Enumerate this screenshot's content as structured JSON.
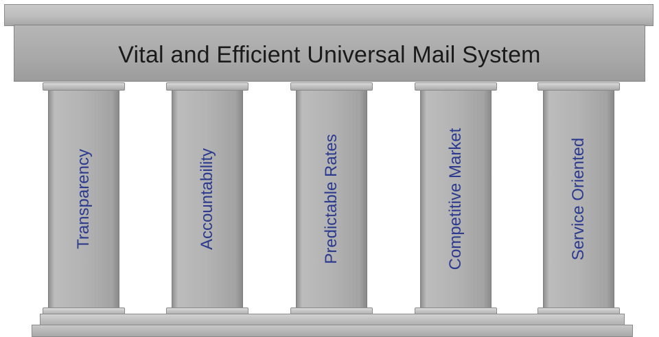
{
  "title": "Vital and Efficient Universal Mail System",
  "pillars": [
    {
      "label": "Transparency"
    },
    {
      "label": "Accountability"
    },
    {
      "label": "Predictable Rates"
    },
    {
      "label": "Competitive Market"
    },
    {
      "label": "Service Oriented"
    }
  ],
  "colors": {
    "label_text": "#2b3a8f",
    "title_text": "#1a1a1a",
    "stone": "#b3b3b3"
  }
}
